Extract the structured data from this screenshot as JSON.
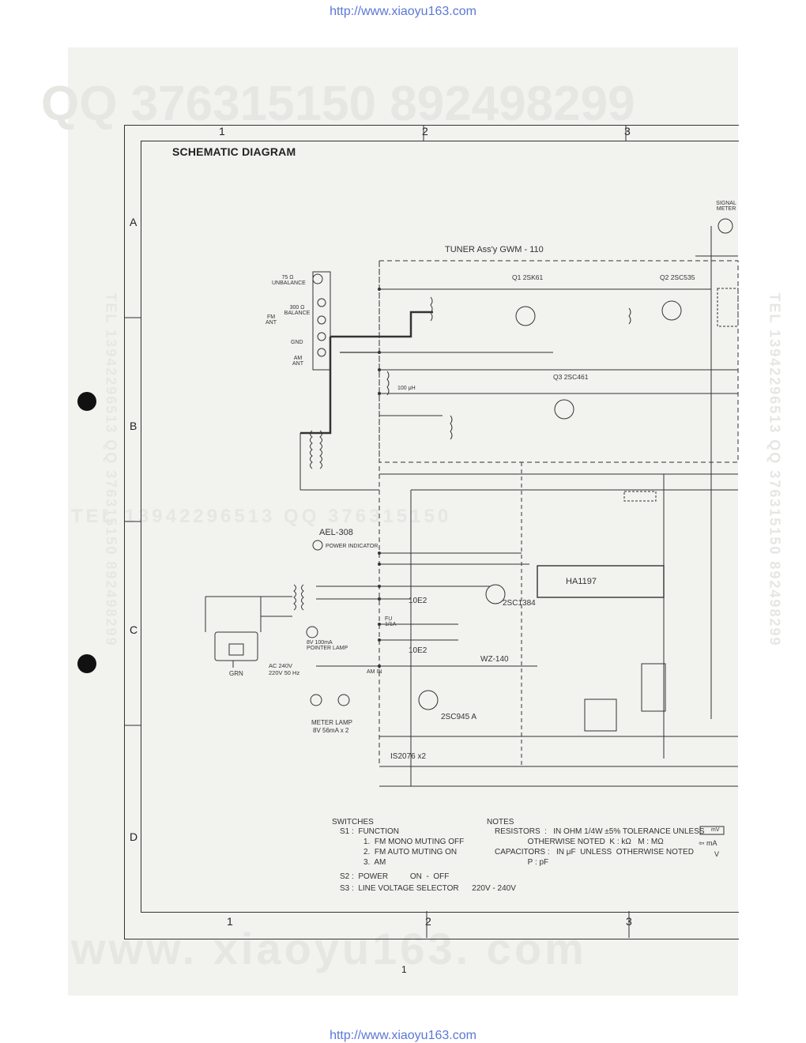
{
  "header": {
    "url_top": "http://www.xiaoyu163.com"
  },
  "footer": {
    "url_bottom": "http://www.xiaoyu163.com",
    "page_number": "1"
  },
  "watermarks": {
    "qq": "QQ 376315150   892498299",
    "site": "www. xiaoyu163. com",
    "tel_row": "TEL  13942296513    QQ  376315150",
    "tel_vertical": "TEL 13942296513 QQ 376315150 892498299"
  },
  "diagram": {
    "title": "SCHEMATIC DIAGRAM",
    "columns_top": [
      "1",
      "2",
      "3"
    ],
    "columns_bottom": [
      "1",
      "2",
      "3"
    ],
    "rows": [
      "A",
      "B",
      "C",
      "D"
    ],
    "labels": {
      "tuner_assy": "TUNER  Ass'y    GWM - 110",
      "ic": "HA1197",
      "q1": "Q1  2SK61",
      "q2": "Q2  2SC535",
      "q3": "Q3  2SC461",
      "q6": "2SC1384",
      "q12": "2SC945 A",
      "d3": "WZ-140",
      "d1_d2": "10E2",
      "diodes": "IS2076 x2",
      "aet": "AEL-308",
      "power_indicator": "POWER INDICATOR",
      "pointer_lamp": "8V 100mA POINTER LAMP",
      "meter_lamp": "METER LAMP",
      "meter_lamp_rating": "8V 56mA x 2",
      "ac": "AC 240V 220V 50 Hz",
      "grn": "GRN",
      "ant_75": "75 Ω UNBALANCE",
      "ant_300": "300 Ω BALANCE",
      "fm_ant": "FM ANT",
      "gnd": "GND",
      "am_ant": "AM ANT",
      "signal_meter": "SIGNAL METER",
      "am_in": "AM IN",
      "l6": "100 μH",
      "fuse": "FU 1/1A"
    },
    "switches": {
      "heading": "SWITCHES",
      "lines": [
        "S1 :  FUNCTION",
        "1.  FM MONO MUTING OFF",
        "2.  FM AUTO MUTING ON",
        "3.  AM",
        "S2 :  POWER          ON  -  OFF",
        "S3 :  LINE VOLTAGE SELECTOR      220V - 240V"
      ]
    },
    "notes": {
      "heading": "NOTES",
      "lines": [
        "RESISTORS  :   IN OHM 1/4W ±5% TOLERANCE UNLESS",
        "               OTHERWISE NOTED  K : kΩ   M : MΩ",
        "CAPACITORS :   IN μF  UNLESS  OTHERWISE NOTED",
        "               P : pF"
      ]
    },
    "legend": {
      "mv": "mV",
      "ma": "⇦ mA",
      "v": "V"
    }
  }
}
